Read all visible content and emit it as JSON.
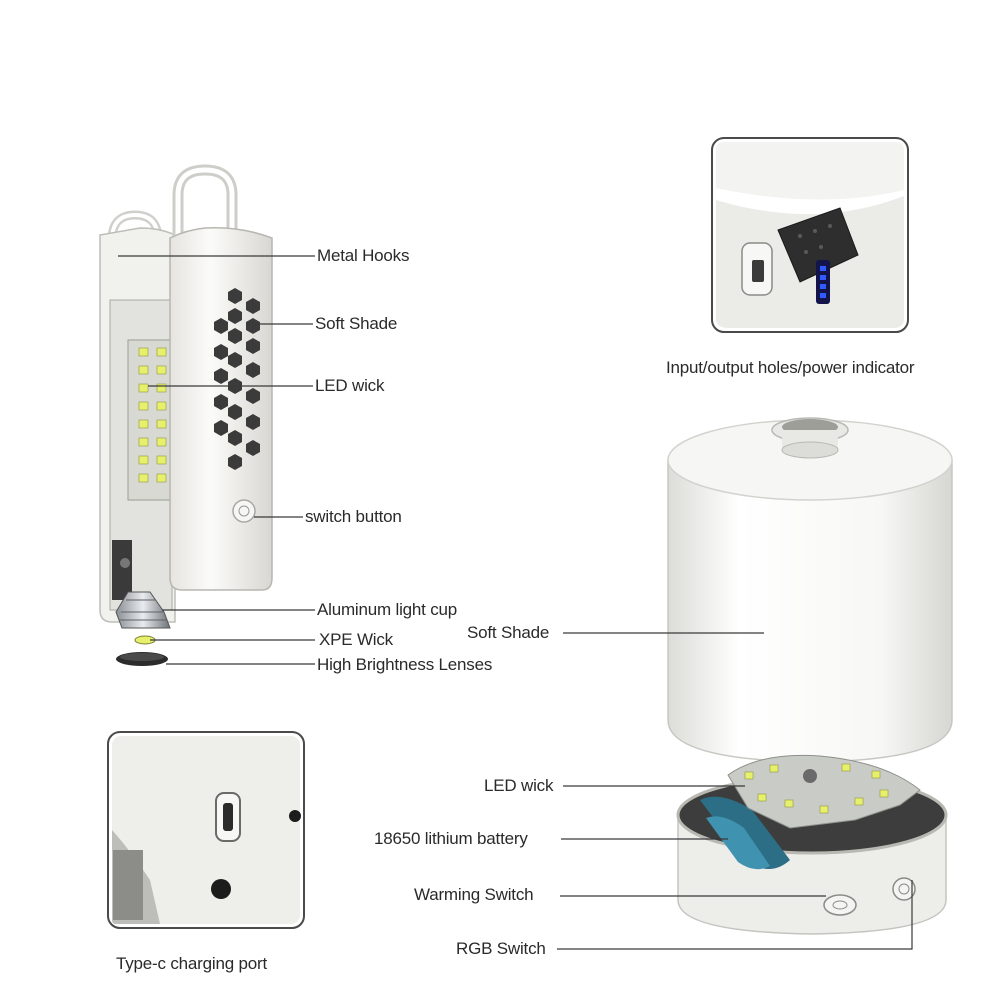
{
  "labels": {
    "metal_hooks": "Metal Hooks",
    "soft_shade_left": "Soft Shade",
    "led_wick_left": "LED wick",
    "switch_button": "switch button",
    "aluminum_light_cup": "Aluminum light cup",
    "xpe_wick": "XPE Wick",
    "high_brightness_lenses": "High Brightness Lenses",
    "input_output": "Input/output holes/power indicator",
    "soft_shade_right": "Soft Shade",
    "led_wick_right": "LED wick",
    "lithium_battery": "18650 lithium battery",
    "warming_switch": "Warming Switch",
    "rgb_switch": "RGB Switch",
    "type_c": "Type-c charging port"
  },
  "colors": {
    "leader_line": "#3a3a3a",
    "body_white": "#f4f4f2",
    "led_yellow": "#e6f06a",
    "indicator_blue": "#2f5bff",
    "dark_plastic": "#2c2c2c"
  },
  "icons": [
    "hook-icon",
    "usb-port-icon",
    "switch-icon"
  ]
}
